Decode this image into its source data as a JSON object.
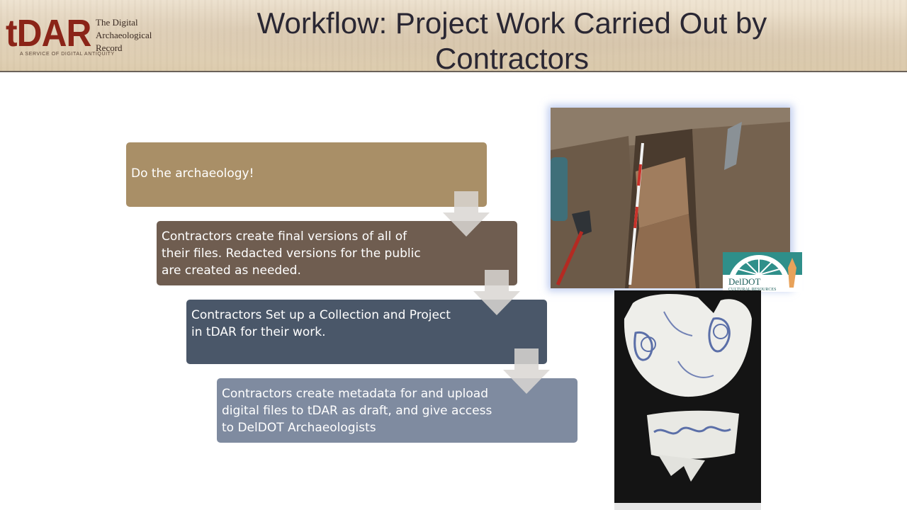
{
  "header": {
    "logo": {
      "mark": "tDAR",
      "lines": [
        "The Digital",
        "Archaeological",
        "Record"
      ],
      "service": "A SERVICE OF DIGITAL ANTIQUITY"
    },
    "title_line_1": "Workflow: Project Work Carried Out by",
    "title_line_2": "Contractors"
  },
  "workflow": {
    "steps": [
      {
        "lines": [
          "Do the archaeology!"
        ],
        "color": "#a98f67"
      },
      {
        "lines": [
          "Contractors create final versions of all of",
          "their files.  Redacted versions for the public",
          "are created as needed."
        ],
        "color": "#6f5d50"
      },
      {
        "lines": [
          "Contractors Set up a Collection and Project",
          "in tDAR for their work."
        ],
        "color": "#4a5769"
      },
      {
        "lines": [
          "Contractors create metadata for and upload",
          "digital files to tDAR as draft, and give access",
          "to DelDOT Archaeologists"
        ],
        "color": "#7f8ba0"
      }
    ],
    "arrow_icon": "down-arrow-icon"
  },
  "images": {
    "excavation_logo": {
      "name": "DelDOT",
      "subtitle": "CULTURAL RESOURCES"
    }
  }
}
